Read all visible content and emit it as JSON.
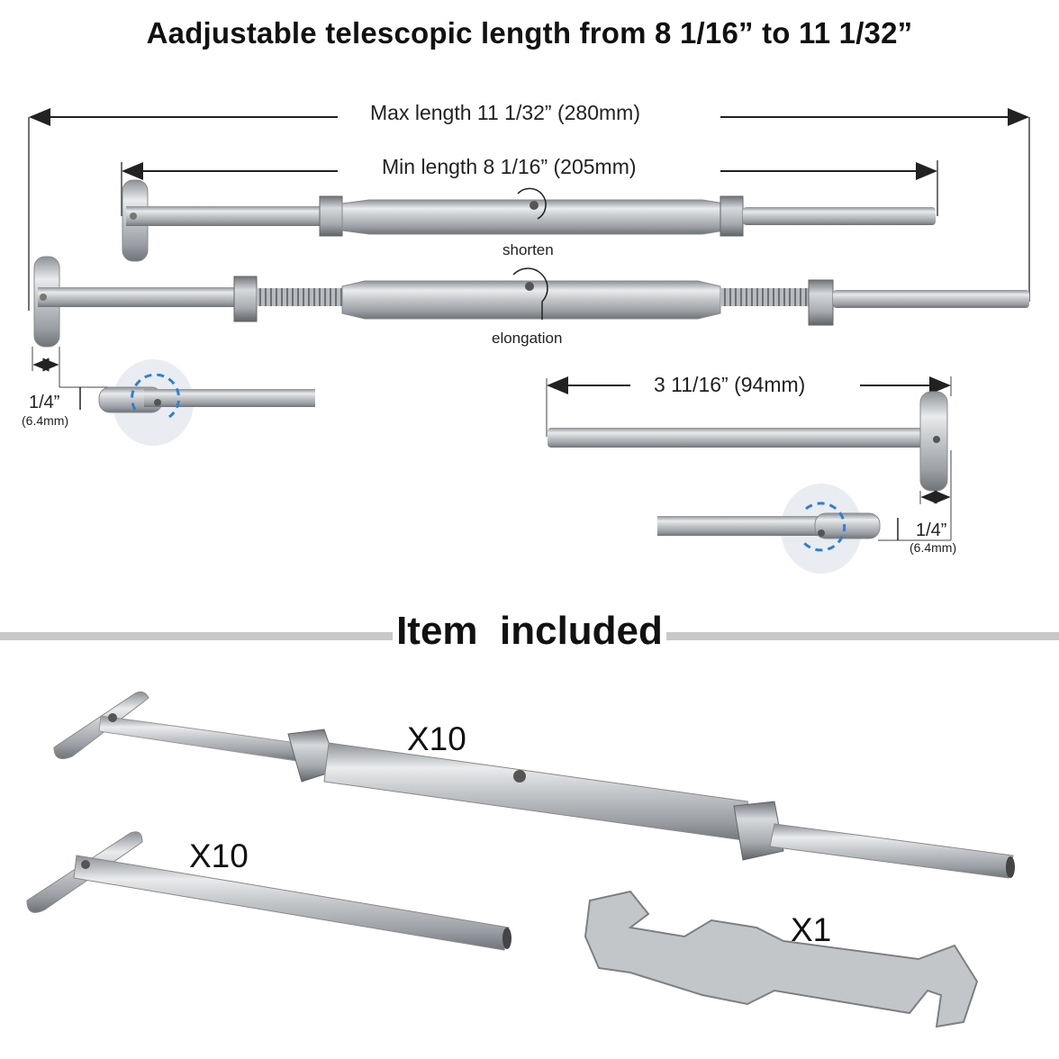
{
  "header": {
    "title": "Aadjustable telescopic length from 8 1/16” to 11 1/32”"
  },
  "dimensions": {
    "max_length": "Max length 11 1/32” (280mm)",
    "min_length": "Min length 8 1/16” (205mm)",
    "shorten": "shorten",
    "elongation": "elongation",
    "stud_length": "3 11/16” (94mm)",
    "tab_width_left": "1/4”",
    "tab_width_left_mm": "(6.4mm)",
    "tab_width_right": "1/4”",
    "tab_width_right_mm": "(6.4mm)"
  },
  "items": {
    "section_title": "Item  included",
    "turnbuckle_qty": "X10",
    "stud_qty": "X10",
    "wrench_qty": "X1"
  },
  "colors": {
    "steel": "#b9bcc0",
    "steel_dark": "#7d8287",
    "divider": "#c8c8c8",
    "arrow": "#2f7fd6"
  }
}
